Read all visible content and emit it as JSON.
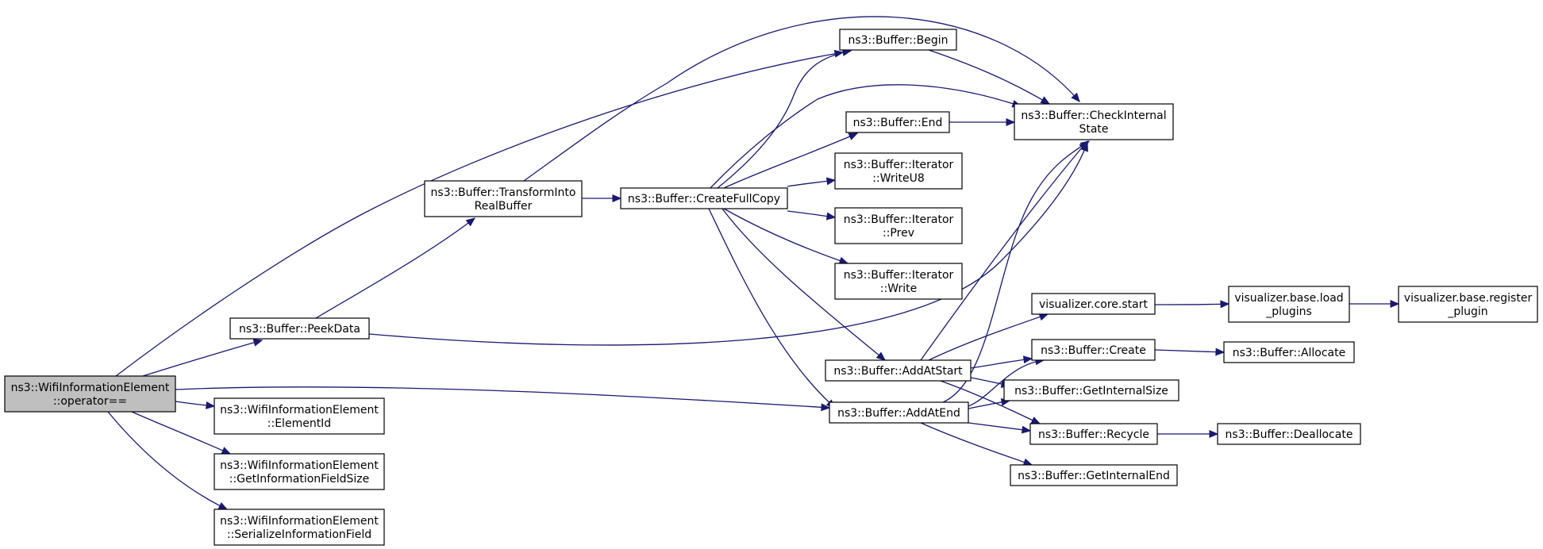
{
  "graph": {
    "nodes": [
      {
        "id": "root",
        "lines": [
          "ns3::WifiInformationElement",
          "::operator=="
        ]
      },
      {
        "id": "peekdata",
        "lines": [
          "ns3::Buffer::PeekData"
        ]
      },
      {
        "id": "transform",
        "lines": [
          "ns3::Buffer::TransformInto",
          "RealBuffer"
        ]
      },
      {
        "id": "fullcopy",
        "lines": [
          "ns3::Buffer::CreateFullCopy"
        ]
      },
      {
        "id": "begin",
        "lines": [
          "ns3::Buffer::Begin"
        ]
      },
      {
        "id": "end",
        "lines": [
          "ns3::Buffer::End"
        ]
      },
      {
        "id": "checkinternal",
        "lines": [
          "ns3::Buffer::CheckInternal",
          "State"
        ]
      },
      {
        "id": "writeu8",
        "lines": [
          "ns3::Buffer::Iterator",
          "::WriteU8"
        ]
      },
      {
        "id": "prev",
        "lines": [
          "ns3::Buffer::Iterator",
          "::Prev"
        ]
      },
      {
        "id": "write",
        "lines": [
          "ns3::Buffer::Iterator",
          "::Write"
        ]
      },
      {
        "id": "addatstart",
        "lines": [
          "ns3::Buffer::AddAtStart"
        ]
      },
      {
        "id": "addatend",
        "lines": [
          "ns3::Buffer::AddAtEnd"
        ]
      },
      {
        "id": "vcorestart",
        "lines": [
          "visualizer.core.start"
        ]
      },
      {
        "id": "vloadplugins",
        "lines": [
          "visualizer.base.load",
          "_plugins"
        ]
      },
      {
        "id": "vregister",
        "lines": [
          "visualizer.base.register",
          "_plugin"
        ]
      },
      {
        "id": "create",
        "lines": [
          "ns3::Buffer::Create"
        ]
      },
      {
        "id": "allocate",
        "lines": [
          "ns3::Buffer::Allocate"
        ]
      },
      {
        "id": "getinternalsize",
        "lines": [
          "ns3::Buffer::GetInternalSize"
        ]
      },
      {
        "id": "recycle",
        "lines": [
          "ns3::Buffer::Recycle"
        ]
      },
      {
        "id": "deallocate",
        "lines": [
          "ns3::Buffer::Deallocate"
        ]
      },
      {
        "id": "getinternalend",
        "lines": [
          "ns3::Buffer::GetInternalEnd"
        ]
      },
      {
        "id": "elementid",
        "lines": [
          "ns3::WifiInformationElement",
          "::ElementId"
        ]
      },
      {
        "id": "getinfosize",
        "lines": [
          "ns3::WifiInformationElement",
          "::GetInformationFieldSize"
        ]
      },
      {
        "id": "serializeinfo",
        "lines": [
          "ns3::WifiInformationElement",
          "::SerializeInformationField"
        ]
      }
    ],
    "edges": [
      [
        "root",
        "begin"
      ],
      [
        "root",
        "peekdata"
      ],
      [
        "root",
        "addatend"
      ],
      [
        "root",
        "elementid"
      ],
      [
        "root",
        "getinfosize"
      ],
      [
        "root",
        "serializeinfo"
      ],
      [
        "peekdata",
        "transform"
      ],
      [
        "peekdata",
        "checkinternal"
      ],
      [
        "transform",
        "checkinternal"
      ],
      [
        "transform",
        "fullcopy"
      ],
      [
        "fullcopy",
        "begin"
      ],
      [
        "fullcopy",
        "checkinternal"
      ],
      [
        "fullcopy",
        "end"
      ],
      [
        "fullcopy",
        "writeu8"
      ],
      [
        "fullcopy",
        "prev"
      ],
      [
        "fullcopy",
        "write"
      ],
      [
        "fullcopy",
        "addatstart"
      ],
      [
        "fullcopy",
        "addatend"
      ],
      [
        "begin",
        "checkinternal"
      ],
      [
        "end",
        "checkinternal"
      ],
      [
        "addatstart",
        "checkinternal"
      ],
      [
        "addatstart",
        "vcorestart"
      ],
      [
        "addatstart",
        "create"
      ],
      [
        "addatstart",
        "getinternalsize"
      ],
      [
        "addatstart",
        "recycle"
      ],
      [
        "addatend",
        "checkinternal"
      ],
      [
        "addatend",
        "create"
      ],
      [
        "addatend",
        "getinternalsize"
      ],
      [
        "addatend",
        "recycle"
      ],
      [
        "addatend",
        "getinternalend"
      ],
      [
        "vcorestart",
        "vloadplugins"
      ],
      [
        "vloadplugins",
        "vregister"
      ],
      [
        "create",
        "allocate"
      ],
      [
        "recycle",
        "deallocate"
      ]
    ]
  }
}
